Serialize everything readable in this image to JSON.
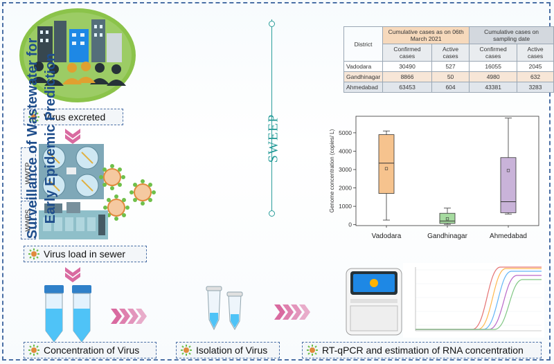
{
  "title": {
    "line1": "Surveillance of Wastewater for",
    "line2": "Early Epidemic Prediction",
    "acronym": "SWEEP"
  },
  "stages": {
    "excreted": "Virus excreted",
    "sewer_load": "Virus load in sewer",
    "concentration": "Concentration of Virus",
    "isolation": "Isolation of Virus",
    "rtqpcr": "RT-qPCR and estimation of RNA concentration"
  },
  "side_labels": {
    "wwtp": "WWTP",
    "wwps": "WWPS"
  },
  "table": {
    "district_header": "District",
    "group1": "Cumulative cases as on 06th March 2021",
    "group2": "Cumulative cases on sampling date",
    "subheaders": [
      "Confirmed cases",
      "Active cases",
      "Confirmed cases",
      "Active cases"
    ],
    "rows": [
      {
        "district": "Vadodara",
        "values": [
          "30490",
          "527",
          "16055",
          "2045"
        ]
      },
      {
        "district": "Gandhinagar",
        "values": [
          "8866",
          "50",
          "4980",
          "632"
        ]
      },
      {
        "district": "Ahmedabad",
        "values": [
          "63453",
          "604",
          "43381",
          "3283"
        ]
      }
    ]
  },
  "chart_data": {
    "type": "box",
    "ylabel": "Genome concentration (copies/ L)",
    "ylim": [
      -50,
      5900
    ],
    "yticks": [
      0,
      1000,
      2000,
      3000,
      4000,
      5000
    ],
    "categories": [
      "Vadodara",
      "Gandhinagar",
      "Ahmedabad"
    ],
    "boxes": [
      {
        "min": 250,
        "q1": 1700,
        "median": 3350,
        "q3": 4900,
        "max": 5100,
        "mean": 3050,
        "color": "#f6c38e"
      },
      {
        "min": 20,
        "q1": 70,
        "median": 200,
        "q3": 620,
        "max": 900,
        "mean": 320,
        "color": "#a6dba0"
      },
      {
        "min": 580,
        "q1": 650,
        "median": 1250,
        "q3": 3650,
        "max": 5800,
        "mean": 2950,
        "color": "#c9b3d9"
      }
    ]
  },
  "colors": {
    "accent_blue": "#1f4e8c",
    "accent_teal": "#2a9d9a",
    "arrow_pink": "#d96aa0",
    "virus_green": "#6fbf4a",
    "virus_orange": "#e08a3c"
  }
}
